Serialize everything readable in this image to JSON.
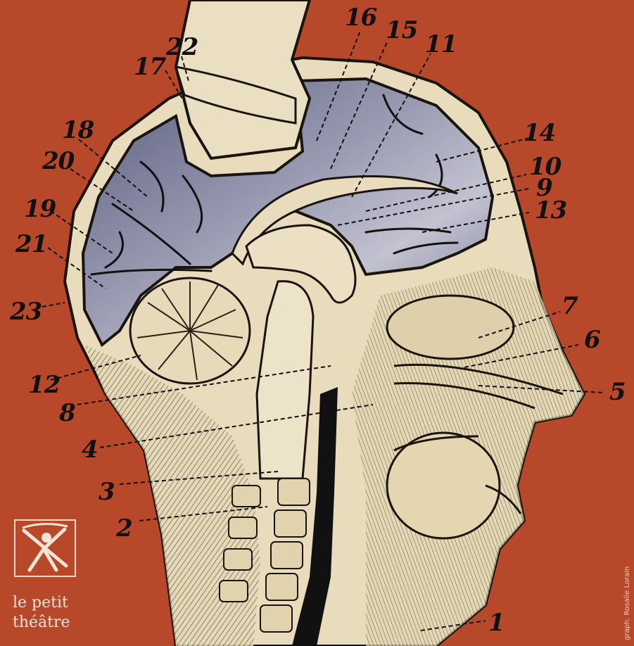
{
  "colors": {
    "background": "#b8482a",
    "paper": "#e8dcbc",
    "ink": "#1a1410",
    "sky_light": "#b5b6c8",
    "sky_dark": "#5a5c7e",
    "logo_cream": "#f4e4d6"
  },
  "labels": [
    "1",
    "2",
    "3",
    "4",
    "5",
    "6",
    "7",
    "8",
    "9",
    "10",
    "11",
    "12",
    "13",
    "14",
    "15",
    "16",
    "17",
    "18",
    "19",
    "20",
    "21",
    "22",
    "23"
  ],
  "logo": {
    "line1": "le petit",
    "line2": "théâtre"
  },
  "credit": "graph. Rosalie Lorain"
}
